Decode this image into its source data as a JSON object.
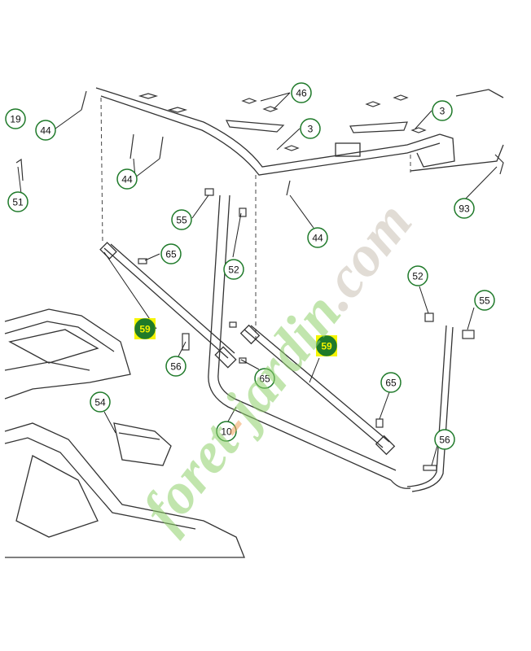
{
  "watermark": {
    "text": "foret-jardin.com",
    "colors": {
      "main": "#8fd16b",
      "dash": "#f4a460",
      "tail": "#c9c1b3"
    }
  },
  "callout_style": {
    "ring": "#1f7a2a",
    "fill": "#ffffff",
    "highlight_fill": "#1f7a2a",
    "highlight_bg": "#f5f500"
  },
  "callouts": [
    {
      "id": "c19",
      "text": "19"
    },
    {
      "id": "c44a",
      "text": "44"
    },
    {
      "id": "c44b",
      "text": "44"
    },
    {
      "id": "c51",
      "text": "51"
    },
    {
      "id": "c46",
      "text": "46"
    },
    {
      "id": "c3a",
      "text": "3"
    },
    {
      "id": "c3b",
      "text": "3"
    },
    {
      "id": "c93",
      "text": "93"
    },
    {
      "id": "c55a",
      "text": "55"
    },
    {
      "id": "c65a",
      "text": "65"
    },
    {
      "id": "c52a",
      "text": "52"
    },
    {
      "id": "c44c",
      "text": "44"
    },
    {
      "id": "c59a",
      "text": "59",
      "highlight": true
    },
    {
      "id": "c56a",
      "text": "56"
    },
    {
      "id": "c65b",
      "text": "65"
    },
    {
      "id": "c59b",
      "text": "59",
      "highlight": true
    },
    {
      "id": "c52b",
      "text": "52"
    },
    {
      "id": "c55b",
      "text": "55"
    },
    {
      "id": "c54",
      "text": "54"
    },
    {
      "id": "c10",
      "text": "10"
    },
    {
      "id": "c65c",
      "text": "65"
    },
    {
      "id": "c56b",
      "text": "56"
    }
  ]
}
